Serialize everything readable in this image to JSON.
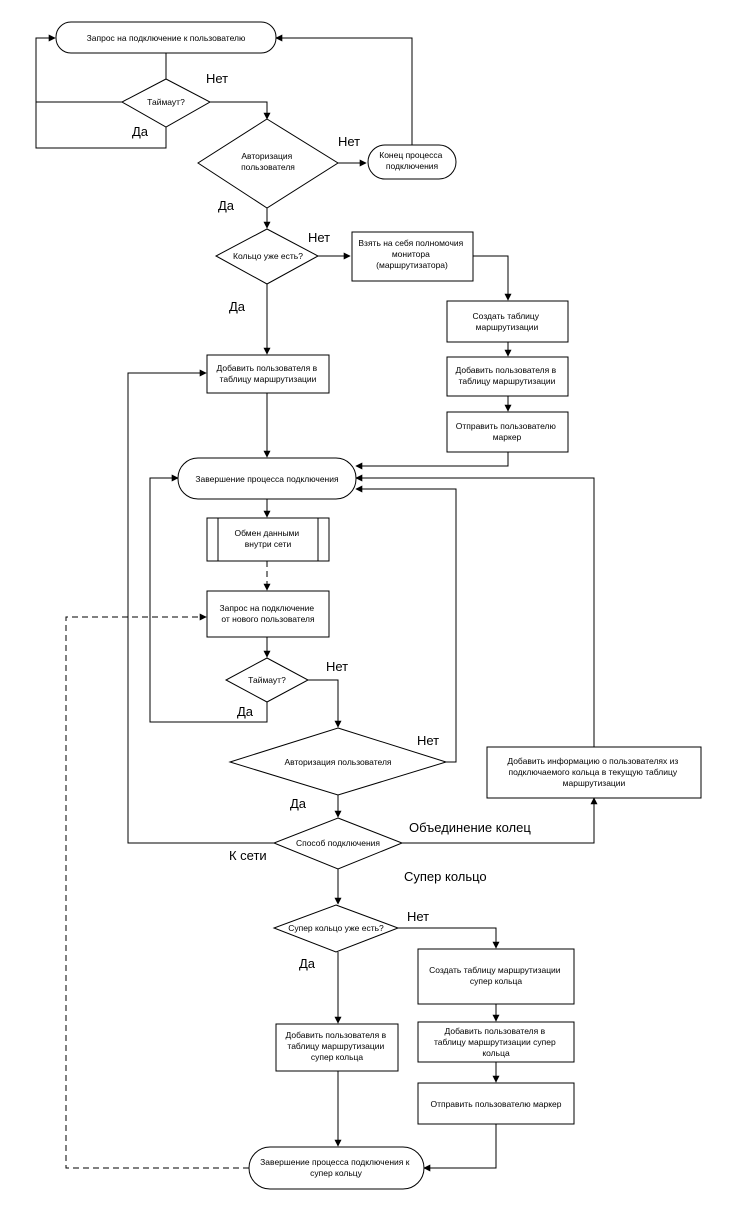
{
  "nodes": {
    "start": [
      "Запрос на подключение к пользователю"
    ],
    "timeout1": [
      "Таймаут?"
    ],
    "auth1": [
      "Авторизация",
      "пользователя"
    ],
    "end1": [
      "Конец процесса",
      "подключения"
    ],
    "ringExists": [
      "Кольцо уже есть?"
    ],
    "takeMonitor": [
      "Взять на себя полномочия",
      "монитора",
      "(маршрутизатора)"
    ],
    "createTable": [
      "Создать таблицу",
      "маршрутизации"
    ],
    "addUser2": [
      "Добавить пользователя в",
      "таблицу маршрутизации"
    ],
    "sendMarker": [
      "Отправить пользователю",
      "маркер"
    ],
    "addUser1": [
      "Добавить пользователя в",
      "таблицу маршрутизации"
    ],
    "complete": [
      "Завершение процесса подключения"
    ],
    "exchange": [
      "Обмен данными",
      "внутри сети"
    ],
    "newRequest": [
      "Запрос на подключение",
      "от нового пользователя"
    ],
    "timeout2": [
      "Таймаут?"
    ],
    "auth2": [
      "Авторизация пользователя"
    ],
    "addInfo": [
      "Добавить информацию о пользователях из",
      "подключаемого кольца в текущую таблицу",
      "маршрутизации"
    ],
    "method": [
      "Способ подключения"
    ],
    "superExists": [
      "Супер кольцо уже есть?"
    ],
    "createSuper": [
      "Создать таблицу маршрутизации",
      "супер кольца"
    ],
    "addSuper2": [
      "Добавить пользователя в",
      "таблицу маршрутизации супер",
      "кольца"
    ],
    "sendMarker2": [
      "Отправить пользователю маркер"
    ],
    "addSuper1": [
      "Добавить пользователя в",
      "таблицу маршрутизации",
      "супер кольца"
    ],
    "completeSuper": [
      "Завершение процесса подключения к",
      "супер кольцу"
    ]
  },
  "edge_labels": {
    "no1": "Нет",
    "yes1": "Да",
    "no2": "Нет",
    "yes2": "Да",
    "no3": "Нет",
    "yes3": "Да",
    "no4": "Нет",
    "yes4": "Да",
    "no5": "Нет",
    "yes5": "Да",
    "ringMerge": "Объединение колец",
    "toNetwork": "К сети",
    "superRing": "Супер кольцо",
    "no6": "Нет",
    "yes6": "Да"
  }
}
